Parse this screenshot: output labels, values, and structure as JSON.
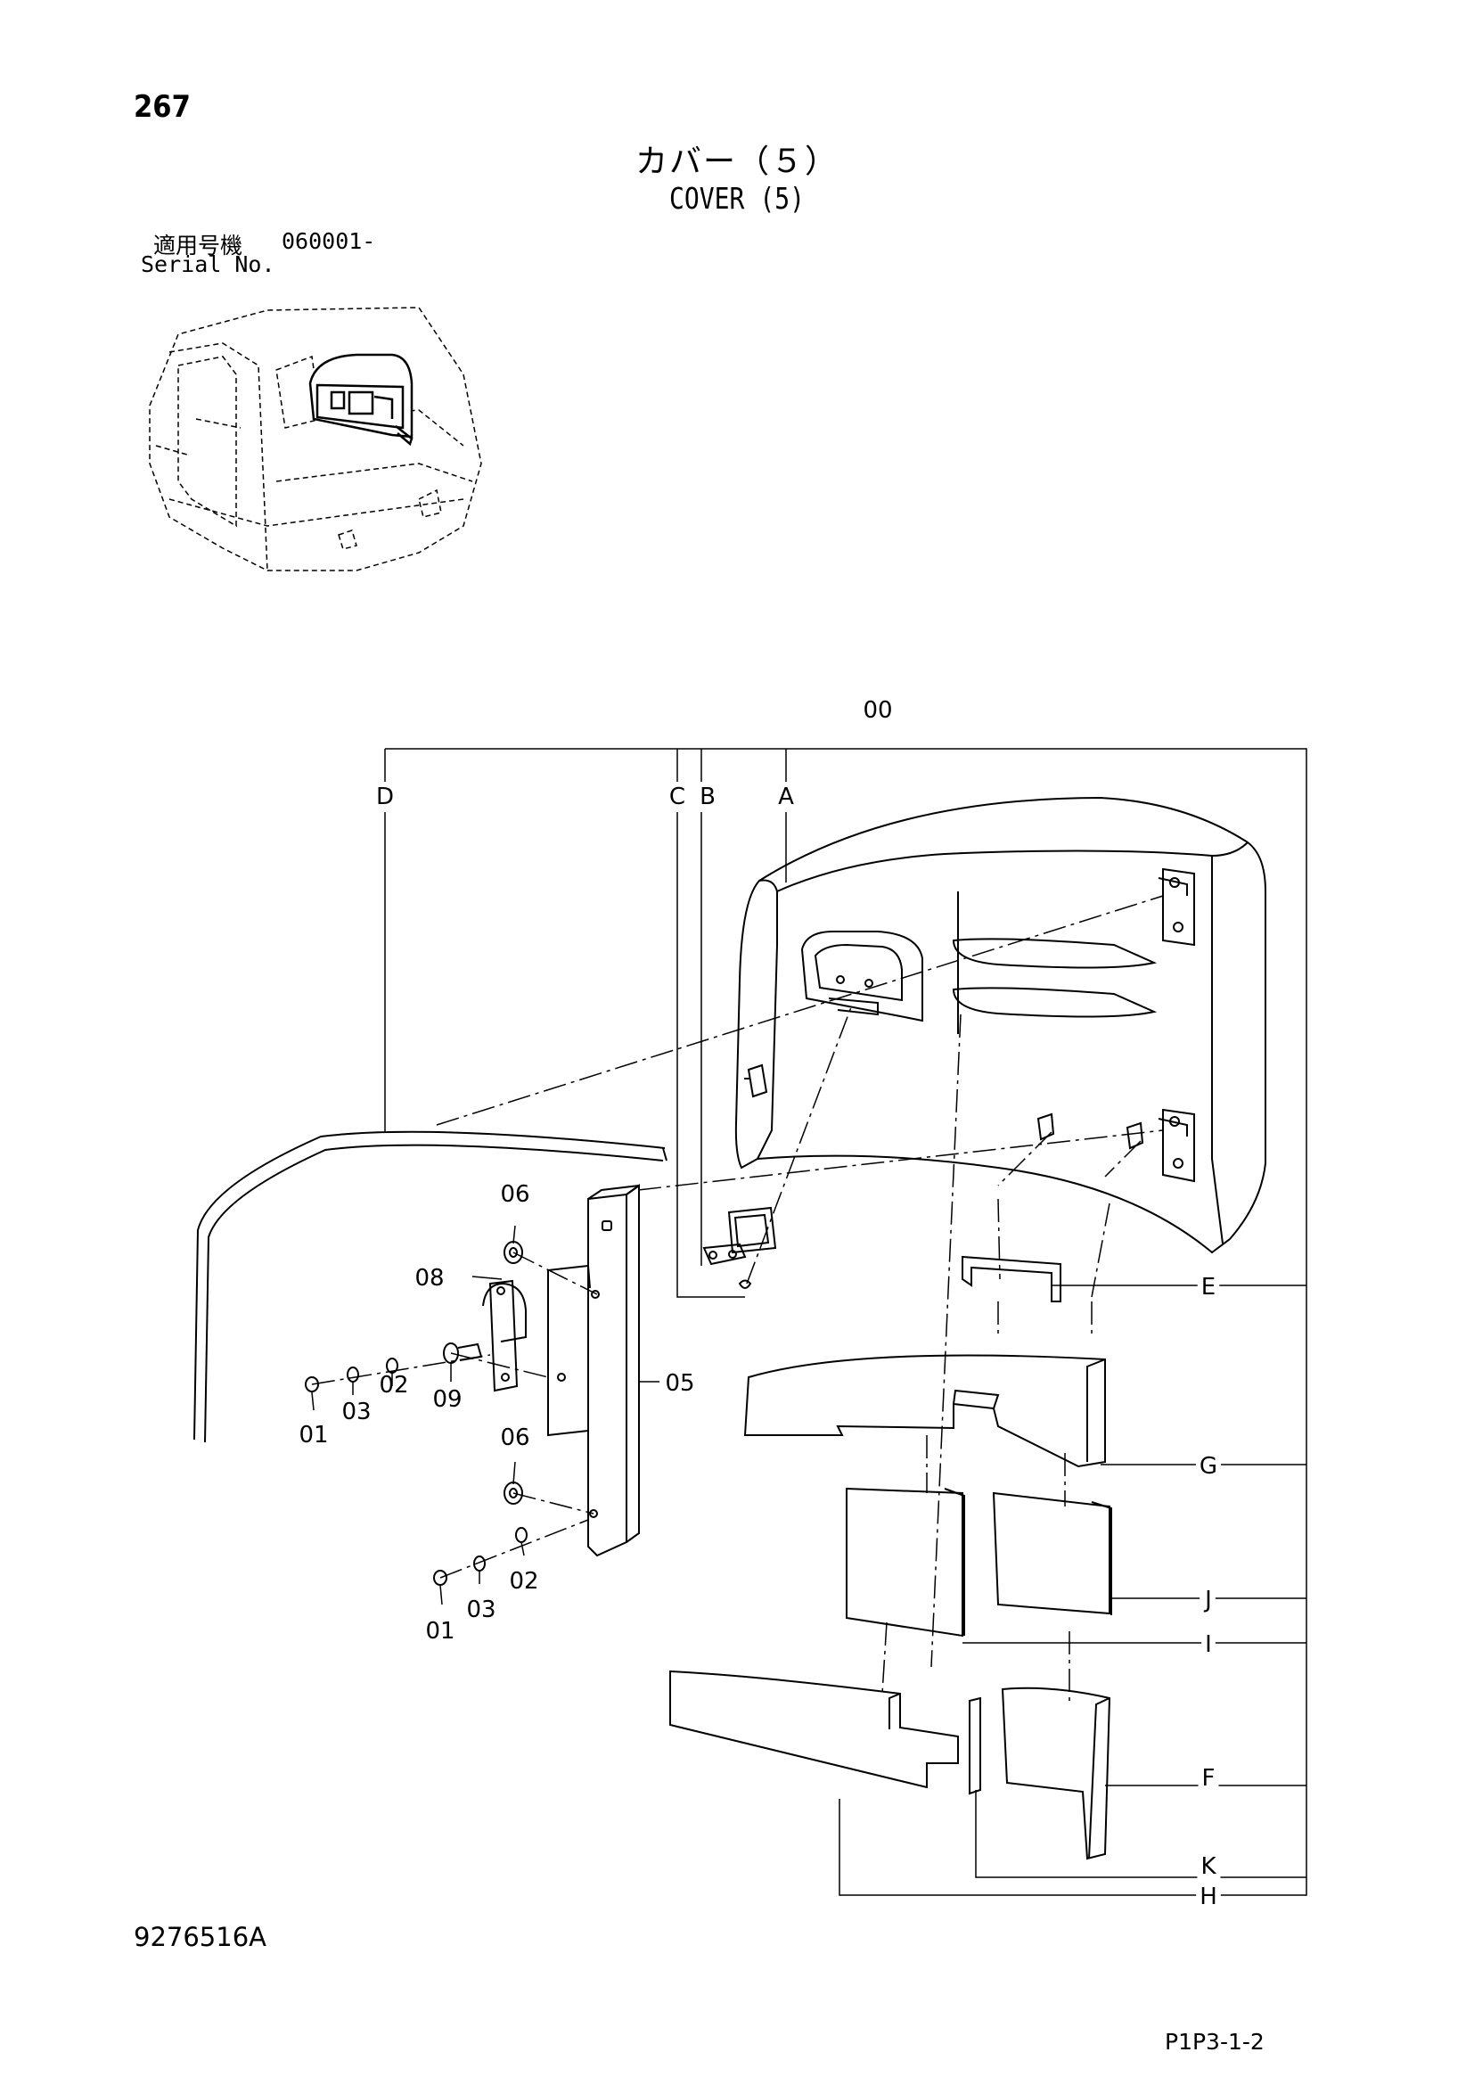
{
  "header": {
    "page_number": "267",
    "title_jp": "カバー（５）",
    "title_en": "COVER (5)",
    "serial_label_jp": "適用号機",
    "serial_value": "060001-",
    "serial_label_en": "Serial No."
  },
  "callouts": {
    "c00": "00",
    "cA": "A",
    "cB": "B",
    "cC": "C",
    "cD": "D",
    "cE": "E",
    "cF": "F",
    "cG": "G",
    "cH": "H",
    "cI": "I",
    "cJ": "J",
    "cK": "K",
    "c01a": "01",
    "c02a": "02",
    "c03a": "03",
    "c01b": "01",
    "c02b": "02",
    "c03b": "03",
    "c05": "05",
    "c06a": "06",
    "c06b": "06",
    "c08": "08",
    "c09": "09"
  },
  "footer": {
    "doc_number": "9276516A",
    "page_ref": "P1P3-1-2"
  }
}
